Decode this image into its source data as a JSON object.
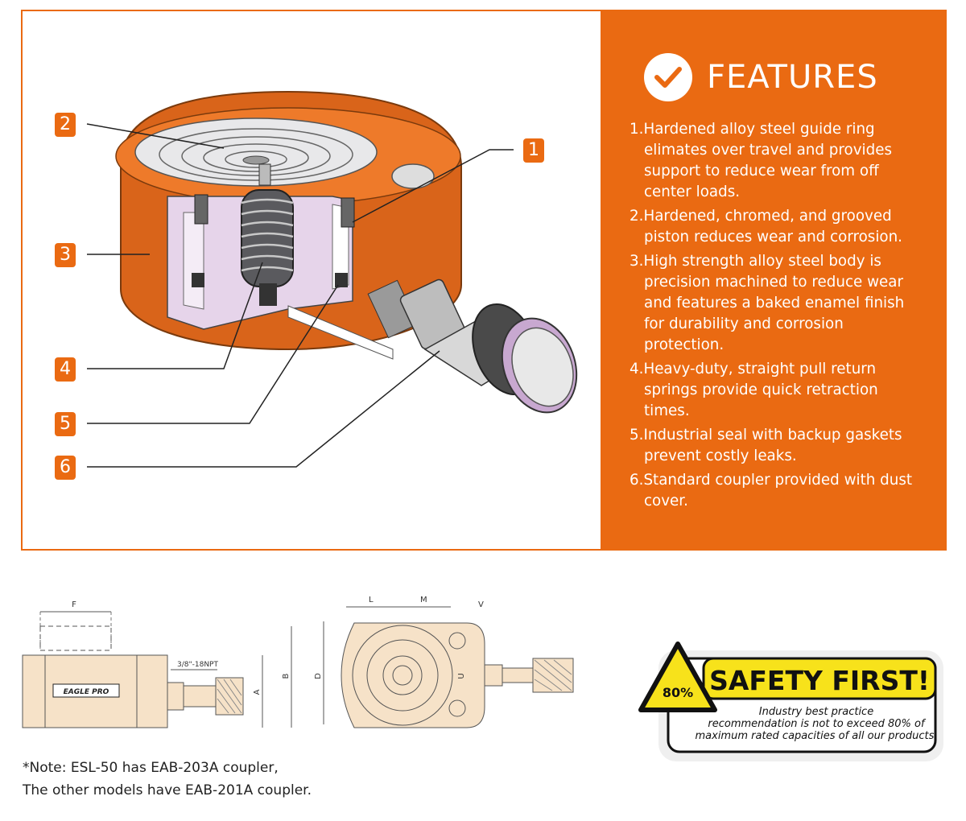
{
  "features": {
    "title": "FEATURES",
    "items": [
      "1.Hardened alloy steel guide ring elimates over travel and provides support to reduce wear from off center loads.",
      "2.Hardened, chromed, and grooved piston reduces wear and corrosion.",
      "3.High strength alloy steel body is precision machined to reduce wear and features a baked enamel finish for durability and corrosion protection.",
      "4.Heavy-duty, straight pull return springs provide quick retraction times.",
      "5.Industrial seal with backup gaskets prevent costly leaks.",
      "6.Standard coupler provided with dust cover."
    ]
  },
  "callouts": [
    "1",
    "2",
    "3",
    "4",
    "5",
    "6"
  ],
  "drawing": {
    "dim_f": "F",
    "dim_a": "A",
    "dim_b": "B",
    "port": "3/8\"-18NPT",
    "brand": "EAGLE PRO",
    "dim_l": "L",
    "dim_m": "M",
    "dim_v": "V",
    "dim_d": "D",
    "dim_u": "U"
  },
  "note": {
    "line1": "*Note: ESL-50 has EAB-203A coupler,",
    "line2": "The other models have EAB-201A coupler."
  },
  "safety": {
    "percent": "80%",
    "title": "SAFETY FIRST!",
    "line1": "Industry best practice",
    "line2": "recommendation is not to exceed 80% of",
    "line3": "maximum rated capacities of all our products."
  },
  "colors": {
    "accent": "#ea6a12",
    "body_orange": "#d9641a",
    "lilac": "#e6d4ea",
    "sand": "#f6e2c8",
    "warning_yellow": "#f7e21b"
  }
}
